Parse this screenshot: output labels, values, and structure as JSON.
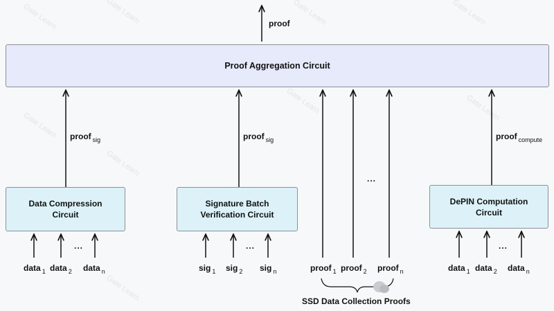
{
  "top_output": {
    "label": "proof"
  },
  "aggregation": {
    "label": "Proof Aggregation Circuit"
  },
  "circuits": [
    {
      "label_line1": "Data Compression",
      "label_line2": "Circuit",
      "output_base": "proof",
      "output_sub": "sig",
      "inputs": [
        {
          "base": "data",
          "sub": "1"
        },
        {
          "base": "data",
          "sub": "2"
        },
        {
          "base": "data",
          "sub": "n"
        }
      ],
      "ellipsis": "..."
    },
    {
      "label_line1": "Signature Batch",
      "label_line2": "Verification Circuit",
      "output_base": "proof",
      "output_sub": "sig",
      "inputs": [
        {
          "base": "sig",
          "sub": "1"
        },
        {
          "base": "sig",
          "sub": "2"
        },
        {
          "base": "sig",
          "sub": "n"
        }
      ],
      "ellipsis": "..."
    },
    {
      "label_line1": "DePIN Computation",
      "label_line2": "Circuit",
      "output_base": "proof",
      "output_sub": "compute",
      "inputs": [
        {
          "base": "data",
          "sub": "1"
        },
        {
          "base": "data",
          "sub": "2"
        },
        {
          "base": "data",
          "sub": "n"
        }
      ],
      "ellipsis": "..."
    }
  ],
  "ssd": {
    "caption": "SSD Data Collection Proofs",
    "ellipsis": "...",
    "proofs": [
      {
        "base": "proof",
        "sub": "1"
      },
      {
        "base": "proof",
        "sub": "2"
      },
      {
        "base": "proof",
        "sub": "n"
      }
    ]
  },
  "watermark": "Gate Learn"
}
